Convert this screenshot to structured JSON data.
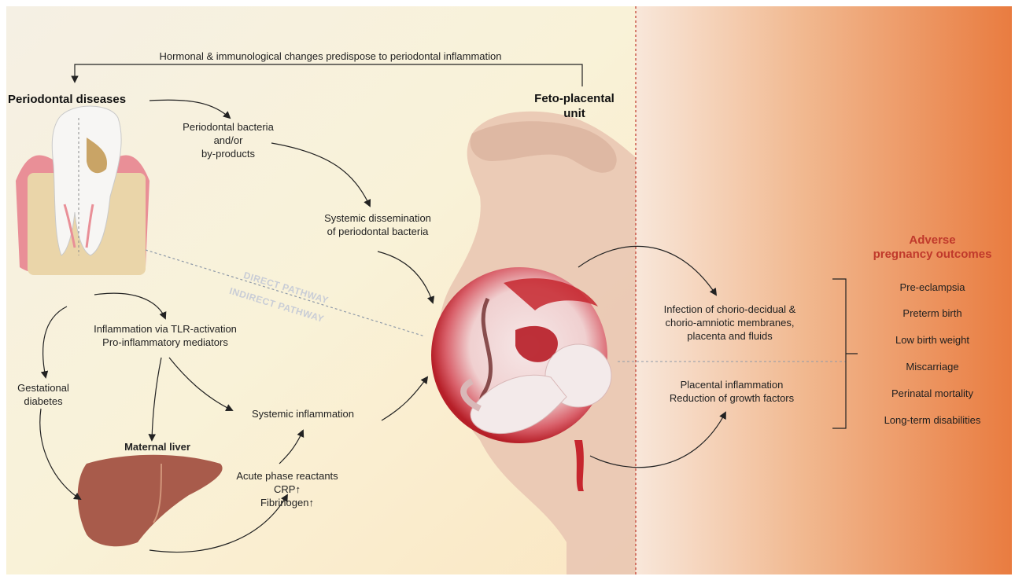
{
  "header": {
    "feedback_loop": "Hormonal & immunological changes predispose to periodontal inflammation"
  },
  "left": {
    "periodontal_diseases": "Periodontal diseases",
    "bacteria": [
      "Periodontal bacteria",
      "and/or",
      "by-products"
    ],
    "dissemination": [
      "Systemic dissemination",
      "of periodontal bacteria"
    ],
    "direct_pathway": "DIRECT PATHWAY",
    "indirect_pathway": "INDIRECT PATHWAY",
    "inflammation": [
      "Inflammation via TLR-activation",
      "Pro-inflammatory mediators"
    ],
    "gestational": [
      "Gestational",
      "diabetes"
    ],
    "systemic_inflammation": "Systemic inflammation",
    "maternal_liver": "Maternal liver",
    "acute_phase": [
      "Acute phase reactants",
      "CRP↑",
      "Fibrinogen↑"
    ]
  },
  "center": {
    "feto_placental": [
      "Feto-placental",
      "unit"
    ]
  },
  "right": {
    "infection": [
      "Infection of chorio-decidual &",
      "chorio-amniotic membranes,",
      "placenta and fluids"
    ],
    "placental": [
      "Placental inflammation",
      "Reduction of growth factors"
    ],
    "outcomes_title": [
      "Adverse",
      "pregnancy outcomes"
    ],
    "outcomes": [
      "Pre-eclampsia",
      "Preterm birth",
      "Low birth weight",
      "Miscarriage",
      "Perinatal mortality",
      "Long-term disabilities"
    ]
  },
  "colors": {
    "left_bg": "#f8f1d6",
    "right_accent": "#ea7f45",
    "outcome_title": "#c0392b",
    "skin": "#e9c6b2",
    "uterus_red": "#c6262e",
    "liver": "#a85b4b",
    "gum": "#e98f97",
    "bone": "#ead5a9"
  }
}
